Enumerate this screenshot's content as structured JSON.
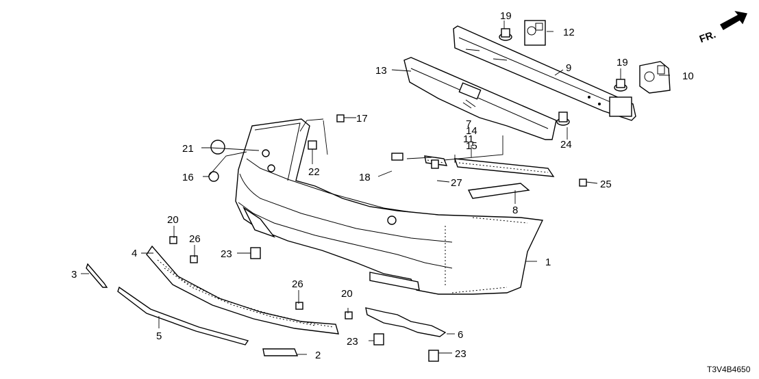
{
  "diagram": {
    "direction_label": "FR.",
    "drawing_code": "T3V4B4650",
    "callouts": {
      "c1": "1",
      "c2": "2",
      "c3": "3",
      "c4": "4",
      "c5": "5",
      "c6": "6",
      "c7": "7",
      "c8": "8",
      "c9": "9",
      "c10": "10",
      "c11": "11",
      "c12": "12",
      "c13": "13",
      "c14": "14",
      "c15": "15",
      "c16": "16",
      "c17": "17",
      "c18": "18",
      "c19a": "19",
      "c19b": "19",
      "c20a": "20",
      "c20b": "20",
      "c21": "21",
      "c22": "22",
      "c23a": "23",
      "c23b": "23",
      "c23c": "23",
      "c24": "24",
      "c25": "25",
      "c26a": "26",
      "c26b": "26",
      "c27": "27"
    }
  }
}
